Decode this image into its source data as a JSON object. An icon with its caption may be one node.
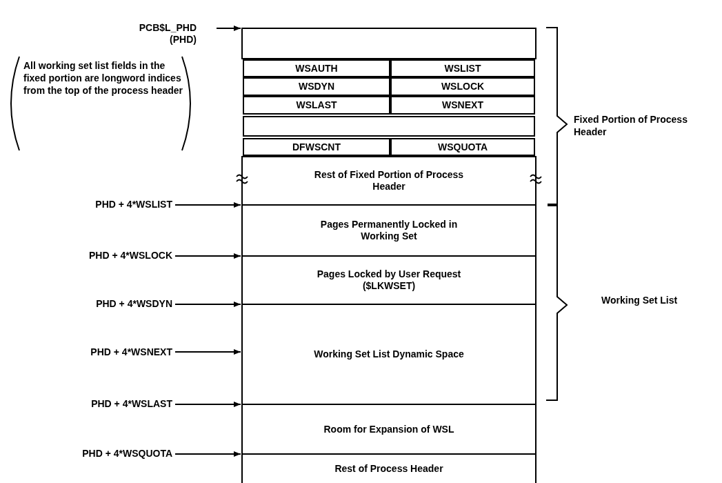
{
  "diagram": {
    "nodes": [
      {
        "text": [
          "PCB$L_PHD (PHD)"
        ]
      },
      {
        "text": [],
        "shape": "box"
      },
      {
        "text": [
          "WSAUTH"
        ]
      },
      {
        "text": [
          "WSLIST"
        ]
      },
      {
        "text": [
          "WSDYN"
        ]
      },
      {
        "text": [
          "WSLOCK"
        ]
      },
      {
        "text": [
          "WSLAST"
        ]
      },
      {
        "text": [
          "WSNEXT"
        ]
      },
      {
        "text": [],
        "shape": "box"
      },
      {
        "text": [
          "DFWSCNT"
        ]
      },
      {
        "text": [
          "WSQUOTA"
        ]
      },
      {
        "text": [
          "Rest of Fixed Portion of Process Header"
        ]
      },
      {
        "text": [
          "Pages Permanently Locked in Working Set"
        ]
      },
      {
        "text": [
          "Pages Locked by User Request ($LKWSET)"
        ]
      },
      {
        "text": [
          "Working Set List Dynamic Space"
        ]
      },
      {
        "text": [
          "Room for Expansion of WSL"
        ]
      },
      {
        "text": [
          "Rest of Process Header"
        ]
      },
      {
        "text": [
          "PHD + 4*WSLIST"
        ]
      },
      {
        "text": [
          "PHD + 4*WSLOCK"
        ]
      },
      {
        "text": [
          "PHD + 4*WSDYN"
        ]
      },
      {
        "text": [
          "PHD + 4*WSNEXT"
        ]
      },
      {
        "text": [
          "PHD + 4*WSLAST"
        ]
      },
      {
        "text": [
          "PHD + 4*WSQUOTA"
        ]
      }
    ],
    "edges": [
      {
        "from": 0,
        "to": 1,
        "arrow": "to"
      },
      {
        "from": 17,
        "to": 12,
        "arrow": "to"
      },
      {
        "from": 18,
        "to": 13,
        "arrow": "to"
      },
      {
        "from": 19,
        "to": 14,
        "arrow": "to"
      },
      {
        "from": 20,
        "to": 14,
        "arrow": "to"
      },
      {
        "from": 21,
        "to": 15,
        "arrow": "to"
      },
      {
        "from": 22,
        "to": 16,
        "arrow": "to"
      }
    ],
    "labels": [
      "All working set list fields in the fixed portion are longword indices from the top of the process header",
      "Fixed Portion of Process Header",
      "Working Set List"
    ]
  }
}
